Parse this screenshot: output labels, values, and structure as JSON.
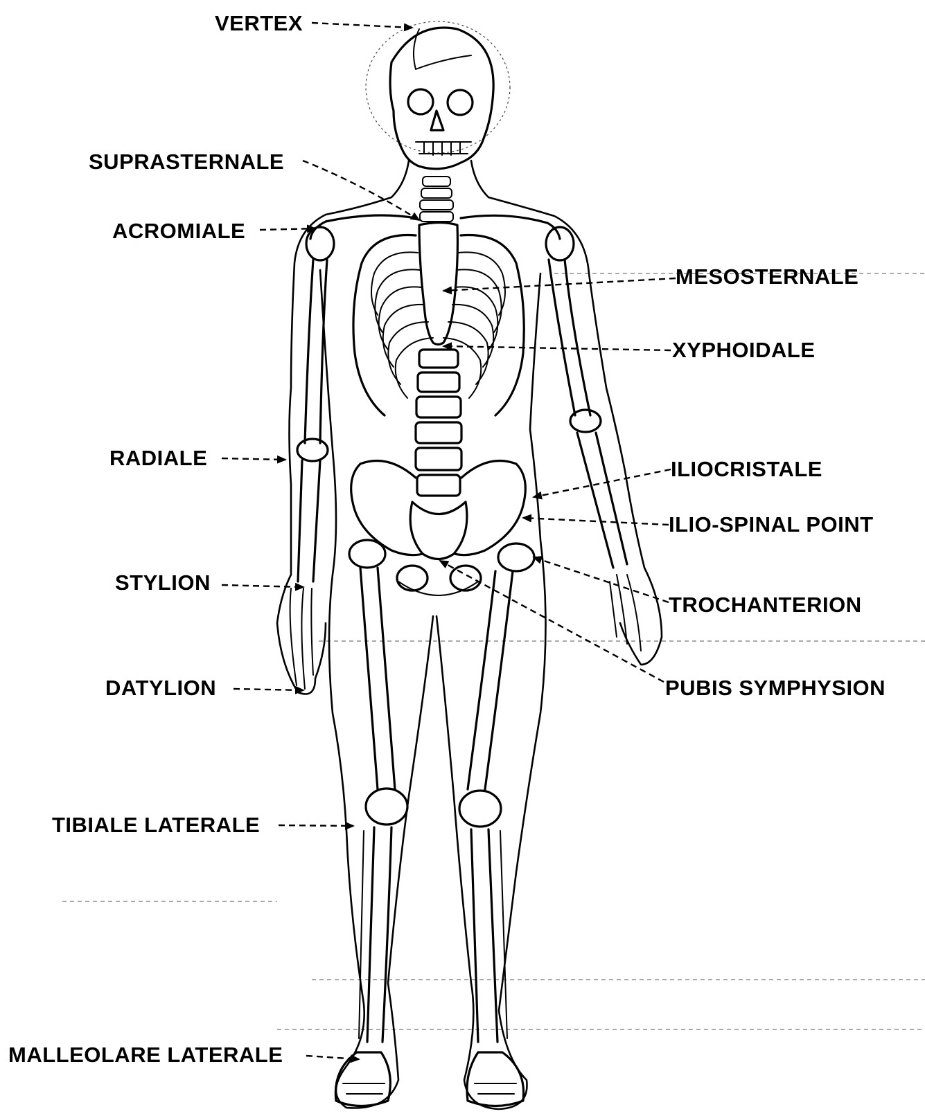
{
  "labels": {
    "vertex": "VERTEX",
    "suprasternale": "SUPRASTERNALE",
    "acromiale": "ACROMIALE",
    "mesosternale": "MESOSTERNALE",
    "xyphoidale": "XYPHOIDALE",
    "radiale": "RADIALE",
    "iliocristale": "ILIOCRISTALE",
    "ilio_spinal_point": "ILIO-SPINAL POINT",
    "stylion": "STYLION",
    "trochanterion": "TROCHANTERION",
    "pubis_symphysion": "PUBIS SYMPHYSION",
    "datylion": "DATYLION",
    "tibiale_laterale": "TIBIALE LATERALE",
    "malleolare_laterale": "MALLEOLARE LATERALE"
  },
  "illustration": "skeleton-front-view"
}
